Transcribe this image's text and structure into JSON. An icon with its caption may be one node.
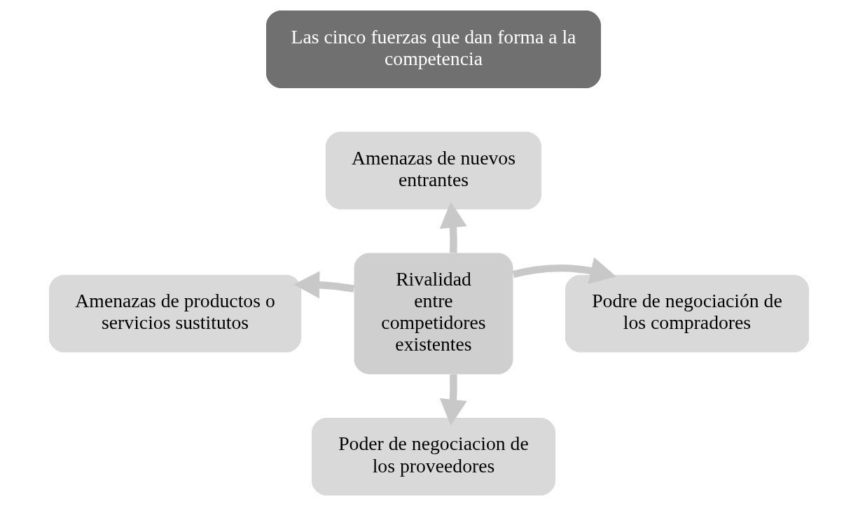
{
  "diagram": {
    "nodes": [
      {
        "text": [
          "Las cinco fuerzas que dan forma a la competencia"
        ]
      },
      {
        "text": [
          "Amenazas de nuevos entrantes"
        ]
      },
      {
        "text": [
          "Amenazas de productos o servicios sustitutos"
        ]
      },
      {
        "text": [
          "Rivalidad entre competidores existentes"
        ]
      },
      {
        "text": [
          "Podre de negociación de los compradores"
        ]
      },
      {
        "text": [
          "Poder de negociacion de los proveedores"
        ]
      }
    ],
    "edges": [
      {
        "from": 3,
        "to": 1,
        "arrow": "to"
      },
      {
        "from": 3,
        "to": 2,
        "arrow": "to"
      },
      {
        "from": 3,
        "to": 4,
        "arrow": "to"
      },
      {
        "from": 3,
        "to": 5,
        "arrow": "to"
      }
    ]
  }
}
